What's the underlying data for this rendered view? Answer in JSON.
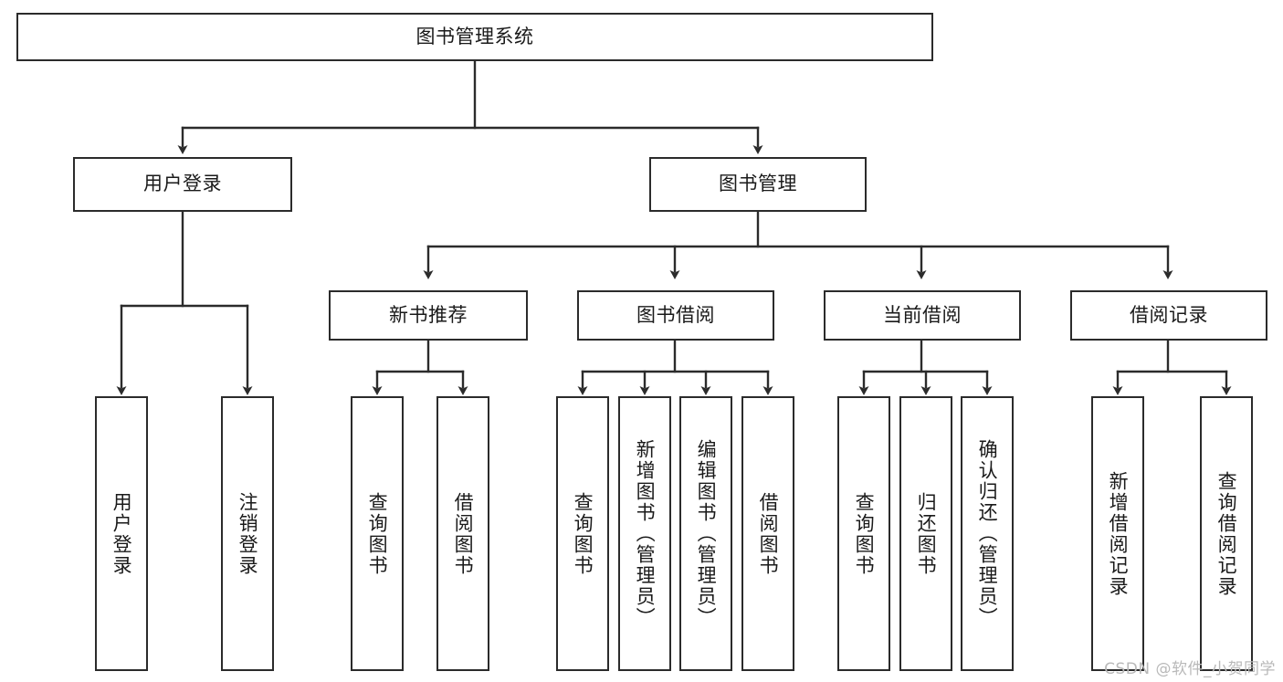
{
  "diagram": {
    "type": "tree",
    "title": "图书管理系统",
    "orientation": "top-down",
    "edge_style": "orthogonal-arrow",
    "colors": {
      "box_border": "#2b2b2b",
      "box_fill": "#ffffff",
      "edge": "#2b2b2b",
      "text": "#1a1a1a",
      "watermark": "#b9b9b9",
      "background": "#ffffff"
    },
    "root": {
      "label": "图书管理系统"
    },
    "level2": [
      {
        "label": "用户登录"
      },
      {
        "label": "图书管理"
      }
    ],
    "level3": [
      {
        "label": "新书推荐"
      },
      {
        "label": "图书借阅"
      },
      {
        "label": "当前借阅"
      },
      {
        "label": "借阅记录"
      }
    ],
    "leaves": {
      "user_login": [
        {
          "label": "用户登录"
        },
        {
          "label": "注销登录"
        }
      ],
      "new_book_recommend": [
        {
          "label": "查询图书"
        },
        {
          "label": "借阅图书"
        }
      ],
      "book_borrow": [
        {
          "label": "查询图书"
        },
        {
          "label": "新增图书（管理员）"
        },
        {
          "label": "编辑图书（管理员）"
        },
        {
          "label": "借阅图书"
        }
      ],
      "current_borrow": [
        {
          "label": "查询图书"
        },
        {
          "label": "归还图书"
        },
        {
          "label": "确认归还（管理员）"
        }
      ],
      "borrow_record": [
        {
          "label": "新增借阅记录"
        },
        {
          "label": "查询借阅记录"
        }
      ]
    }
  },
  "watermark": {
    "text": "CSDN @软件_小贺同学"
  }
}
